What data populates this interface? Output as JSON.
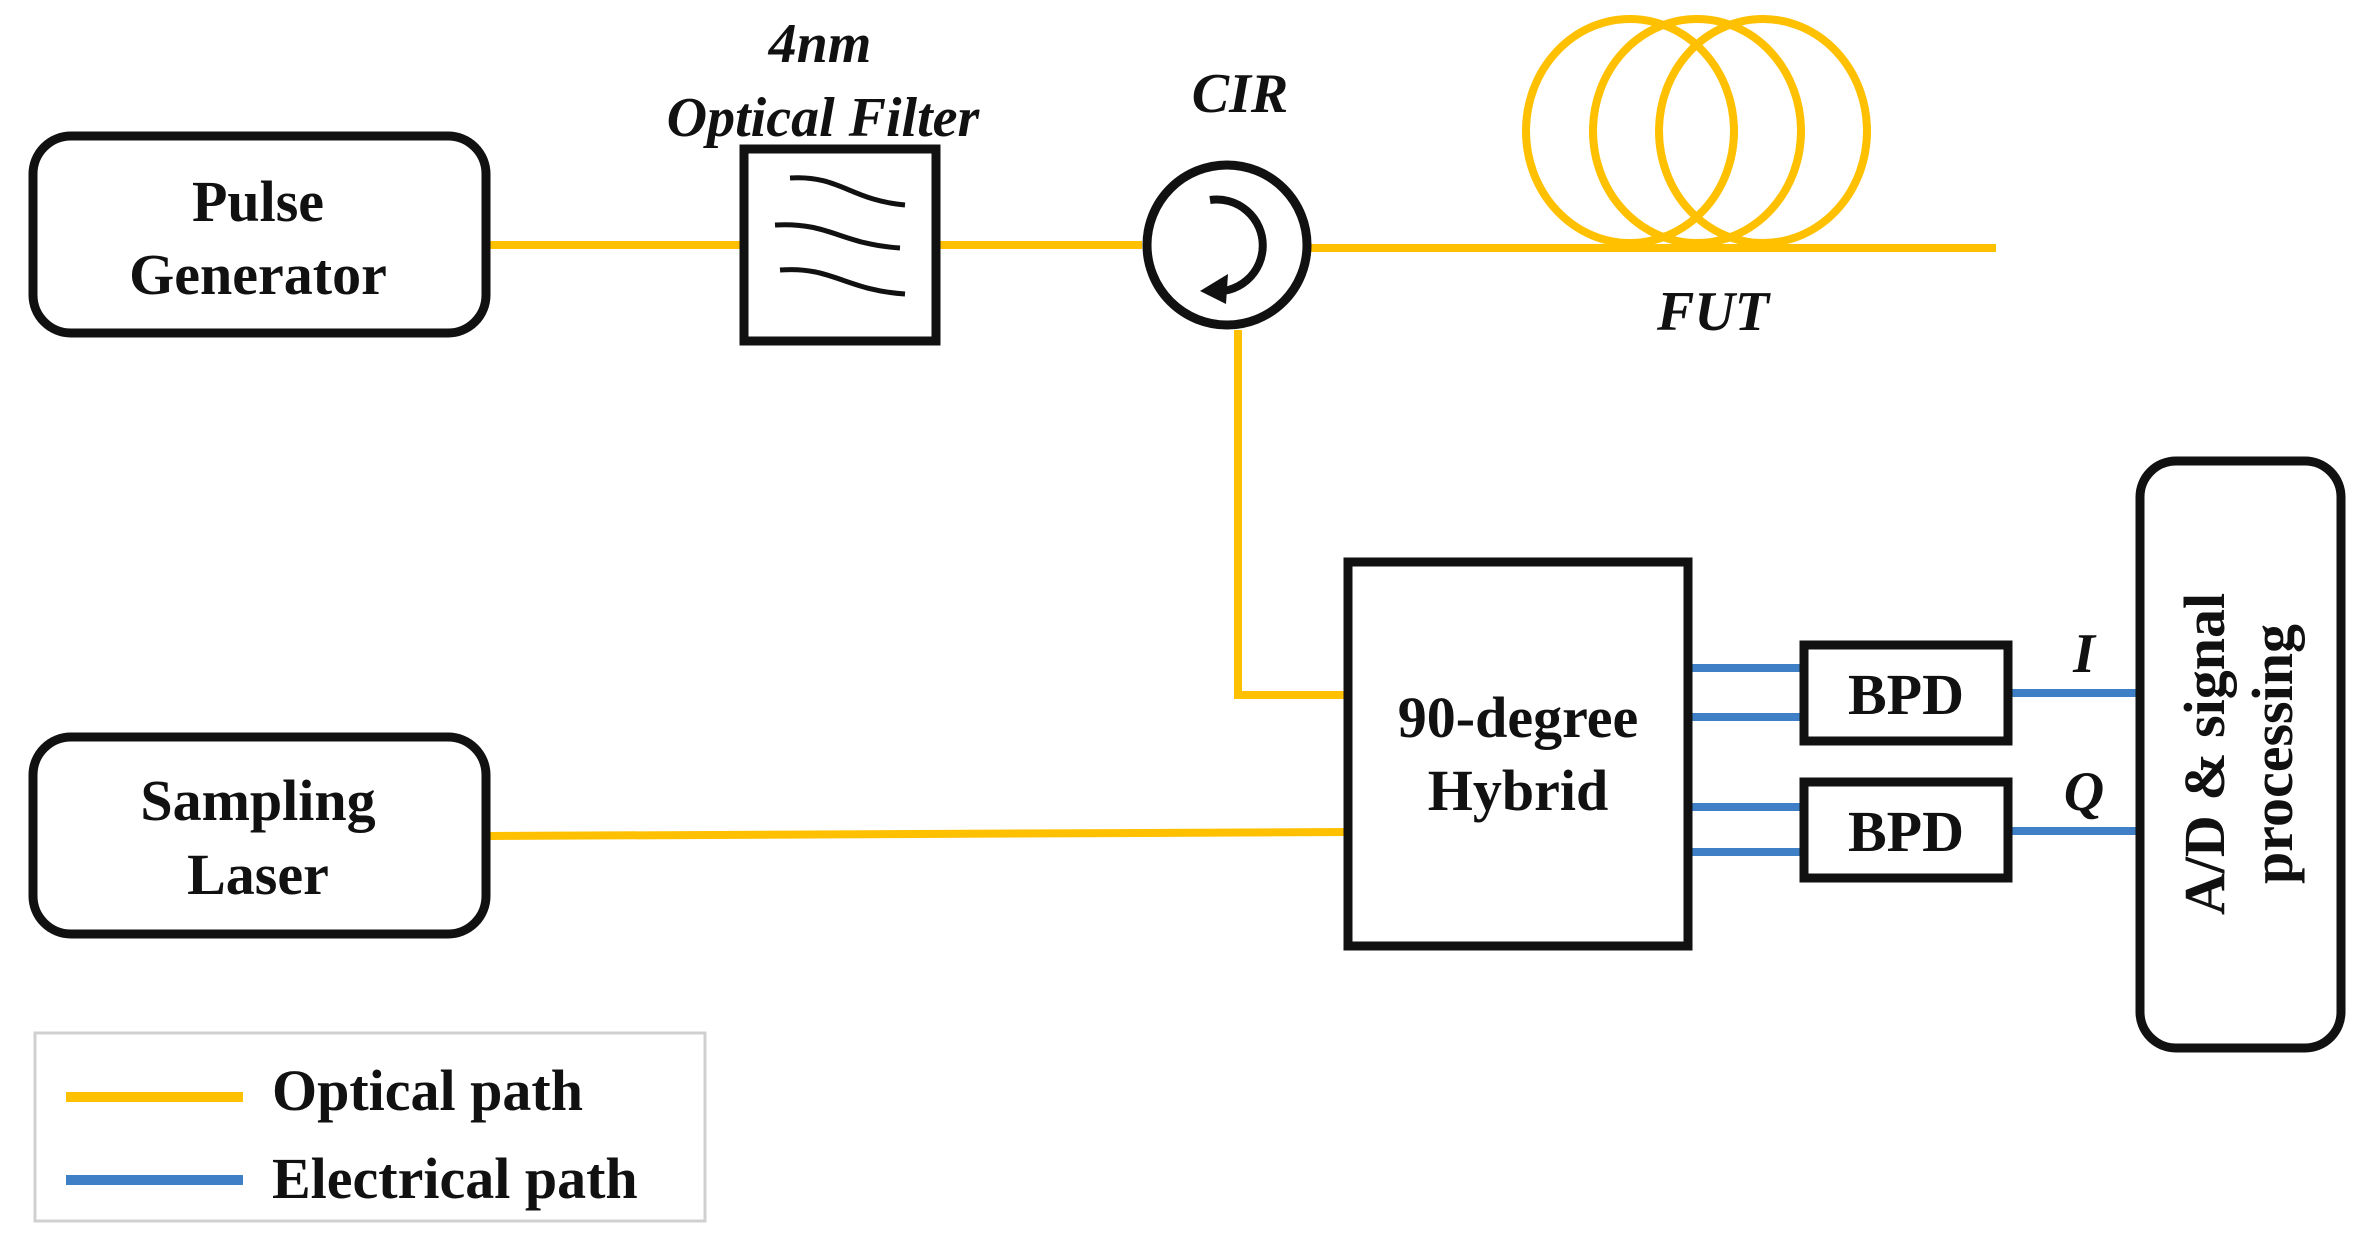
{
  "components": {
    "pulse_generator": {
      "line1": "Pulse",
      "line2": "Generator"
    },
    "sampling_laser": {
      "line1": "Sampling",
      "line2": "Laser"
    },
    "optical_filter": {
      "line1": "4nm",
      "line2": "Optical Filter"
    },
    "circulator": {
      "label": "CIR"
    },
    "fiber": {
      "label": "FUT"
    },
    "hybrid": {
      "line1": "90-degree",
      "line2": "Hybrid"
    },
    "bpd_top": {
      "label": "BPD"
    },
    "bpd_bottom": {
      "label": "BPD"
    },
    "adc": {
      "line1": "A/D & signal",
      "line2": "processing"
    }
  },
  "signals": {
    "i": "I",
    "q": "Q"
  },
  "legend": {
    "items": [
      {
        "label": "Optical path",
        "color": "#FFC000"
      },
      {
        "label": "Electrical path",
        "color": "#3F7FC6"
      }
    ]
  },
  "colors": {
    "optical": "#FFC000",
    "electrical": "#3F7FC6",
    "outline": "#111111"
  }
}
